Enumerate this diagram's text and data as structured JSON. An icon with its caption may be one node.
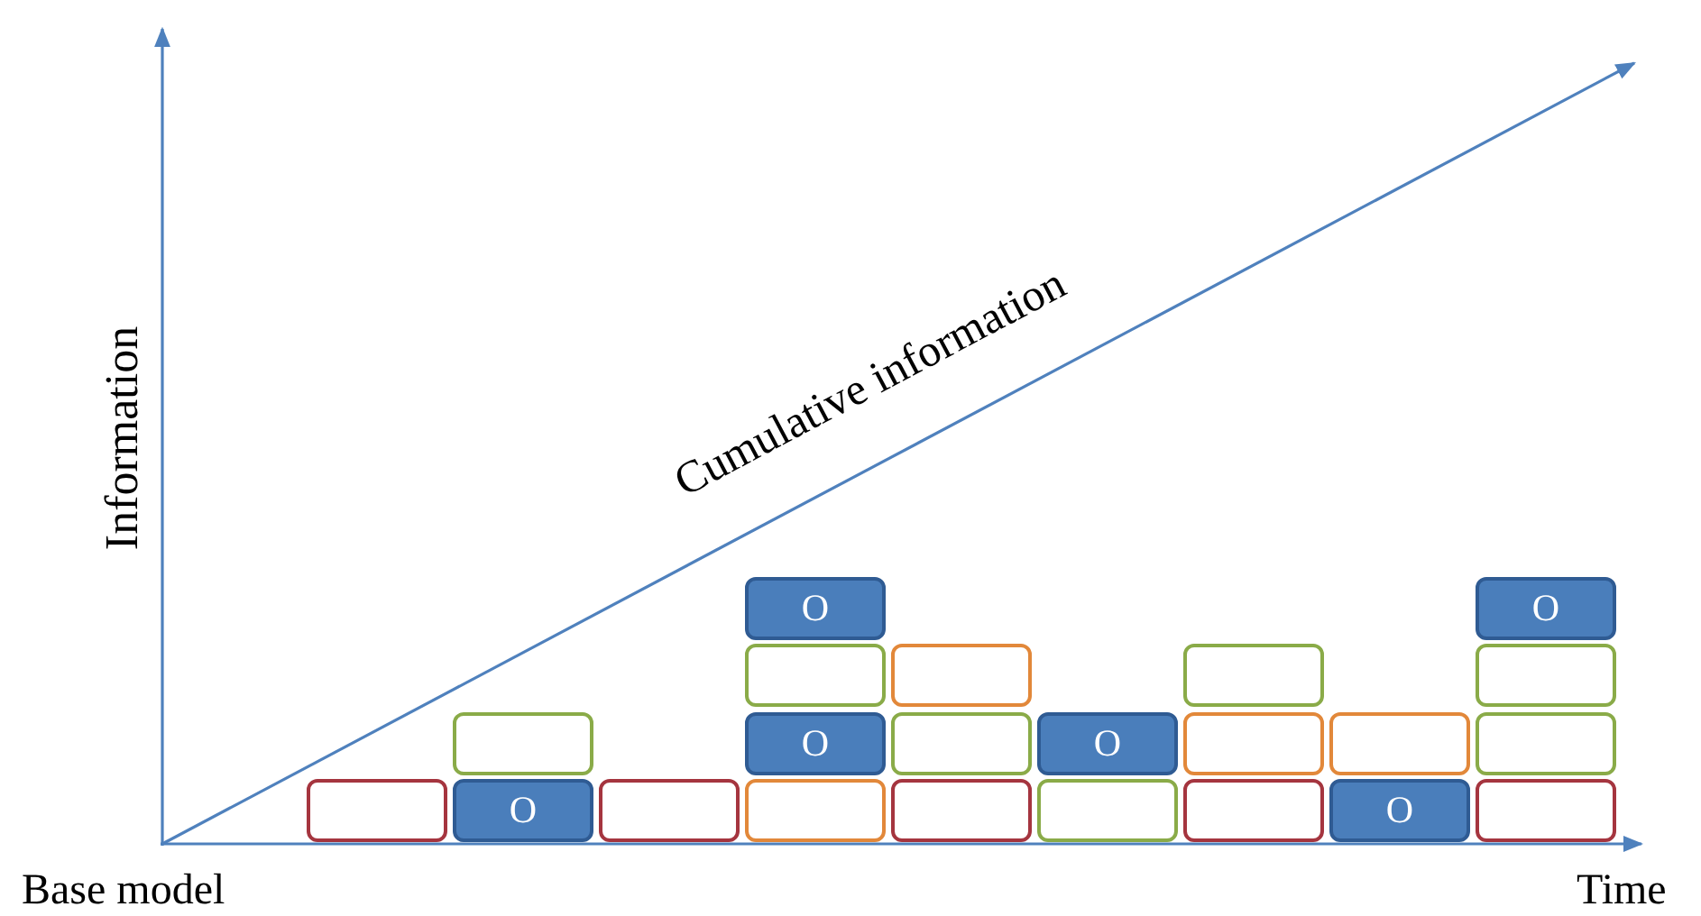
{
  "diagram": {
    "nodes": [
      {
        "text": [],
        "shape": "box"
      },
      {
        "text": [],
        "shape": "box"
      },
      {
        "text": [
          "O"
        ]
      },
      {
        "text": [],
        "shape": "box"
      },
      {
        "text": [
          "O"
        ]
      },
      {
        "text": [],
        "shape": "box"
      },
      {
        "text": [
          "O"
        ]
      },
      {
        "text": [],
        "shape": "box"
      },
      {
        "text": [],
        "shape": "box"
      },
      {
        "text": [],
        "shape": "box"
      },
      {
        "text": [],
        "shape": "box"
      },
      {
        "text": [
          "O"
        ]
      },
      {
        "text": [],
        "shape": "box"
      },
      {
        "text": [],
        "shape": "box"
      },
      {
        "text": [],
        "shape": "box"
      },
      {
        "text": [],
        "shape": "box"
      },
      {
        "text": [],
        "shape": "box"
      },
      {
        "text": [
          "O"
        ]
      },
      {
        "text": [
          "O"
        ]
      },
      {
        "text": [],
        "shape": "box"
      },
      {
        "text": [],
        "shape": "box"
      },
      {
        "text": [],
        "shape": "box"
      }
    ],
    "edges": [],
    "labels": [
      "Information",
      "Cumulative information",
      "Base model",
      "Time"
    ]
  }
}
